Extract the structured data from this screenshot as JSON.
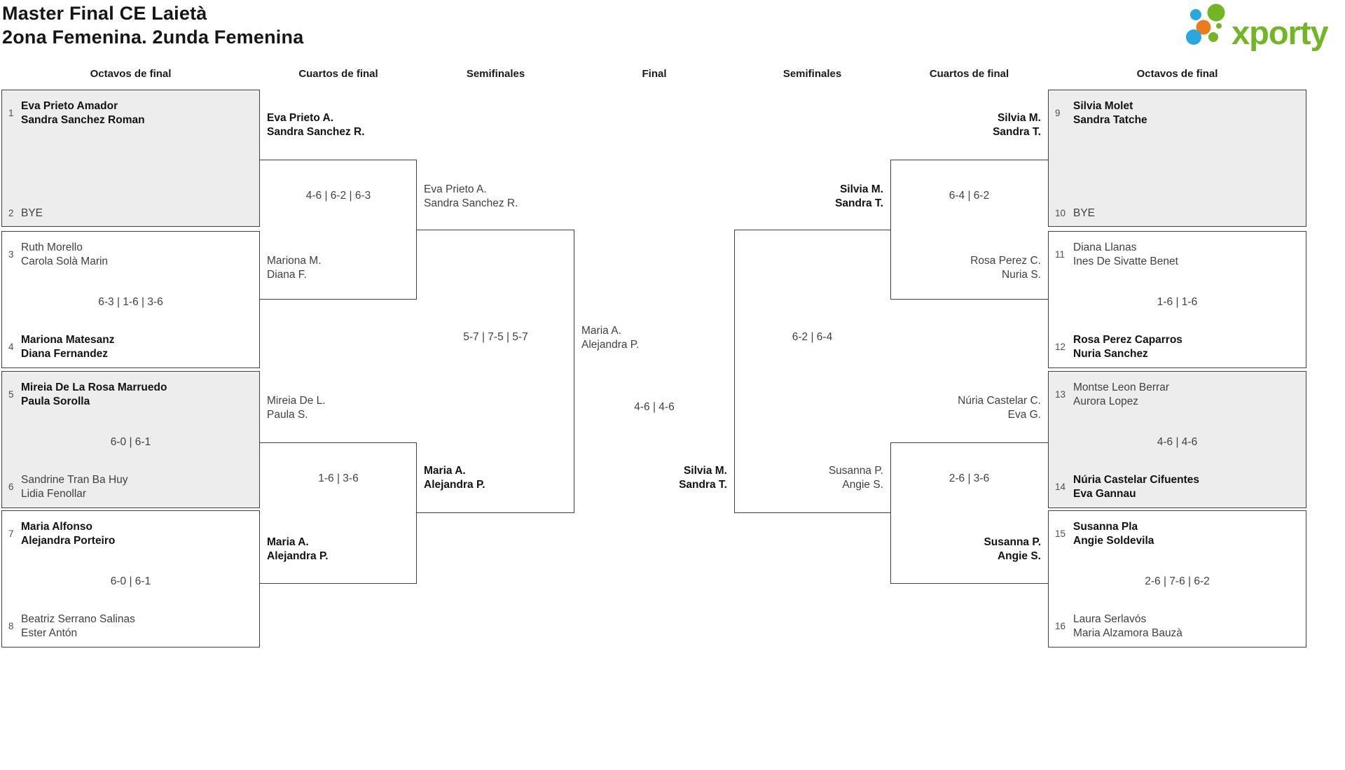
{
  "title": {
    "line1": "Master Final CE Laietà",
    "line2": "2ona Femenina. 2unda Femenina"
  },
  "logo": {
    "brand": "xporty"
  },
  "colors": {
    "green": "#72b626",
    "blue": "#29a8e0",
    "orange": "#e87c1e",
    "box_fill": "#ededed",
    "box_border": "#3e3e3e"
  },
  "headers": [
    "Octavos de final",
    "Cuartos de final",
    "Semifinales",
    "Final",
    "Semifinales",
    "Cuartos de final",
    "Octavos de final"
  ],
  "r16_left": [
    {
      "seed1": "1",
      "team1": [
        "Eva Prieto Amador",
        "Sandra Sanchez Roman"
      ],
      "bold1": true,
      "score": "",
      "seed2": "2",
      "team2": [
        "BYE"
      ],
      "bold2": false,
      "shaded": true
    },
    {
      "seed1": "3",
      "team1": [
        "Ruth Morello",
        "Carola Solà Marin"
      ],
      "bold1": false,
      "score": "6-3 | 1-6 | 3-6",
      "seed2": "4",
      "team2": [
        "Mariona Matesanz",
        "Diana Fernandez"
      ],
      "bold2": true,
      "shaded": false
    },
    {
      "seed1": "5",
      "team1": [
        "Mireia De La Rosa Marruedo",
        "Paula Sorolla"
      ],
      "bold1": true,
      "score": "6-0 | 6-1",
      "seed2": "6",
      "team2": [
        "Sandrine Tran Ba Huy",
        "Lidia Fenollar"
      ],
      "bold2": false,
      "shaded": true
    },
    {
      "seed1": "7",
      "team1": [
        "Maria Alfonso",
        "Alejandra Porteiro"
      ],
      "bold1": true,
      "score": "6-0 | 6-1",
      "seed2": "8",
      "team2": [
        "Beatriz Serrano Salinas",
        "Ester Antón"
      ],
      "bold2": false,
      "shaded": false
    }
  ],
  "r16_right": [
    {
      "seed1": "9",
      "team1": [
        "Silvia Molet",
        "Sandra Tatche"
      ],
      "bold1": true,
      "score": "",
      "seed2": "10",
      "team2": [
        "BYE"
      ],
      "bold2": false,
      "shaded": true
    },
    {
      "seed1": "11",
      "team1": [
        "Diana Llanas",
        "Ines De Sivatte Benet"
      ],
      "bold1": false,
      "score": "1-6 | 1-6",
      "seed2": "12",
      "team2": [
        "Rosa Perez Caparros",
        "Nuria Sanchez"
      ],
      "bold2": true,
      "shaded": false
    },
    {
      "seed1": "13",
      "team1": [
        "Montse Leon Berrar",
        "Aurora Lopez"
      ],
      "bold1": false,
      "score": "4-6 | 4-6",
      "seed2": "14",
      "team2": [
        "Núria Castelar Cifuentes",
        "Eva Gannau"
      ],
      "bold2": true,
      "shaded": true
    },
    {
      "seed1": "15",
      "team1": [
        "Susanna Pla",
        "Angie Soldevila"
      ],
      "bold1": true,
      "score": "2-6 | 7-6 | 6-2",
      "seed2": "16",
      "team2": [
        "Laura Serlavós",
        "Maria Alzamora Bauzà"
      ],
      "bold2": false,
      "shaded": false
    }
  ],
  "qf_left": [
    {
      "team1": [
        "Eva Prieto A.",
        "Sandra Sanchez R."
      ],
      "bold1": true,
      "score": "4-6 | 6-2 | 6-3",
      "team2": [
        "Mariona M.",
        "Diana F."
      ],
      "bold2": false
    },
    {
      "team1": [
        "Mireia De L.",
        "Paula S."
      ],
      "bold1": false,
      "score": "1-6 | 3-6",
      "team2": [
        "Maria A.",
        "Alejandra P."
      ],
      "bold2": true
    }
  ],
  "sf_left": {
    "team1": [
      "Eva Prieto A.",
      "Sandra Sanchez R."
    ],
    "bold1": false,
    "score": "5-7 | 7-5 | 5-7",
    "team2": [
      "Maria A.",
      "Alejandra P."
    ],
    "bold2": true
  },
  "final": {
    "team1": [
      "Maria A.",
      "Alejandra P."
    ],
    "bold1": false,
    "score": "4-6 | 4-6",
    "team2": [
      "Silvia M.",
      "Sandra T."
    ],
    "bold2": true
  },
  "sf_right": {
    "team1": [
      "Silvia M.",
      "Sandra T."
    ],
    "bold1": true,
    "score": "6-2 | 6-4",
    "team2": [
      "Susanna P.",
      "Angie S."
    ],
    "bold2": false
  },
  "qf_right": [
    {
      "team1": [
        "Silvia M.",
        "Sandra T."
      ],
      "bold1": true,
      "score": "6-4 | 6-2",
      "team2": [
        "Rosa Perez C.",
        "Nuria S."
      ],
      "bold2": false
    },
    {
      "team1": [
        "Núria Castelar C.",
        "Eva G."
      ],
      "bold1": false,
      "score": "2-6 | 3-6",
      "team2": [
        "Susanna P.",
        "Angie S."
      ],
      "bold2": true
    }
  ]
}
